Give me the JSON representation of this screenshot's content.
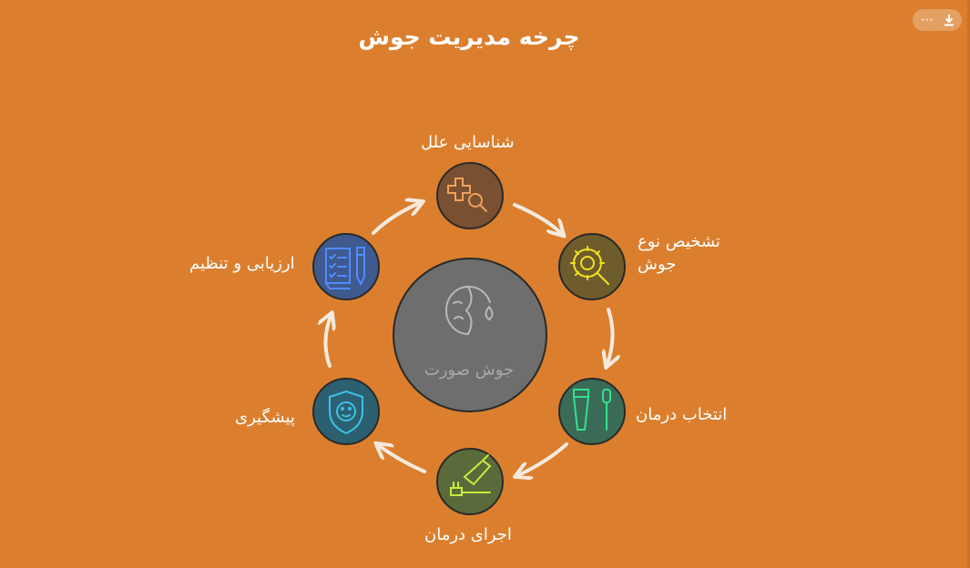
{
  "title": "چرخه مدیریت جوش",
  "toolbar": {
    "download_icon": "download-icon",
    "more_icon": "more-icon"
  },
  "center": {
    "label": "جوش صورت",
    "icon": "face-drop-icon",
    "color": "#6e6e6e"
  },
  "steps": [
    {
      "label": "شناسایی علل",
      "icon": "medical-search-icon",
      "color": "#7a5032"
    },
    {
      "label_line1": "تشخیص نوع",
      "label_line2": "جوش",
      "icon": "virus-magnify-icon",
      "color": "#6e5c2c"
    },
    {
      "label": "انتخاب درمان",
      "icon": "toothpaste-brush-icon",
      "color": "#3a6b57"
    },
    {
      "label": "اجرای درمان",
      "icon": "paste-on-brush-icon",
      "color": "#5b6a3a"
    },
    {
      "label": "پیشگیری",
      "icon": "face-shield-icon",
      "color": "#2c6070"
    },
    {
      "label": "ارزیابی و تنظیم",
      "icon": "checklist-pen-icon",
      "color": "#3e5a8f"
    }
  ]
}
